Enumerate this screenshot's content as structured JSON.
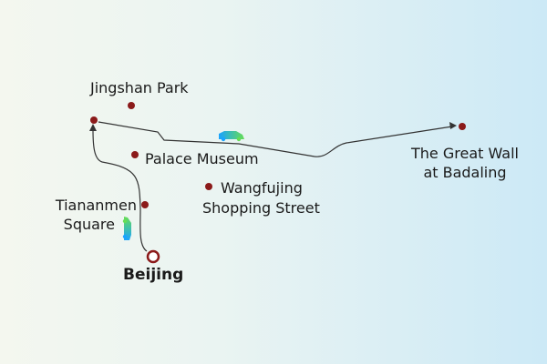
{
  "places": {
    "jingshan": "Jingshan Park",
    "palace": "Palace Museum",
    "wangfujing_line1": "Wangfujing",
    "wangfujing_line2": "Shopping Street",
    "tiananmen_line1": "Tiananmen",
    "tiananmen_line2": "Square",
    "greatwall_line1": "The Great Wall",
    "greatwall_line2": "at Badaling",
    "beijing": "Beijing"
  },
  "colors": {
    "marker": "#8b1a1a",
    "route": "#333333",
    "car_start": "#1aa3ff",
    "car_end": "#66dd55"
  },
  "icons": [
    "car-icon",
    "marker-dot",
    "origin-circle",
    "arrow-head"
  ]
}
